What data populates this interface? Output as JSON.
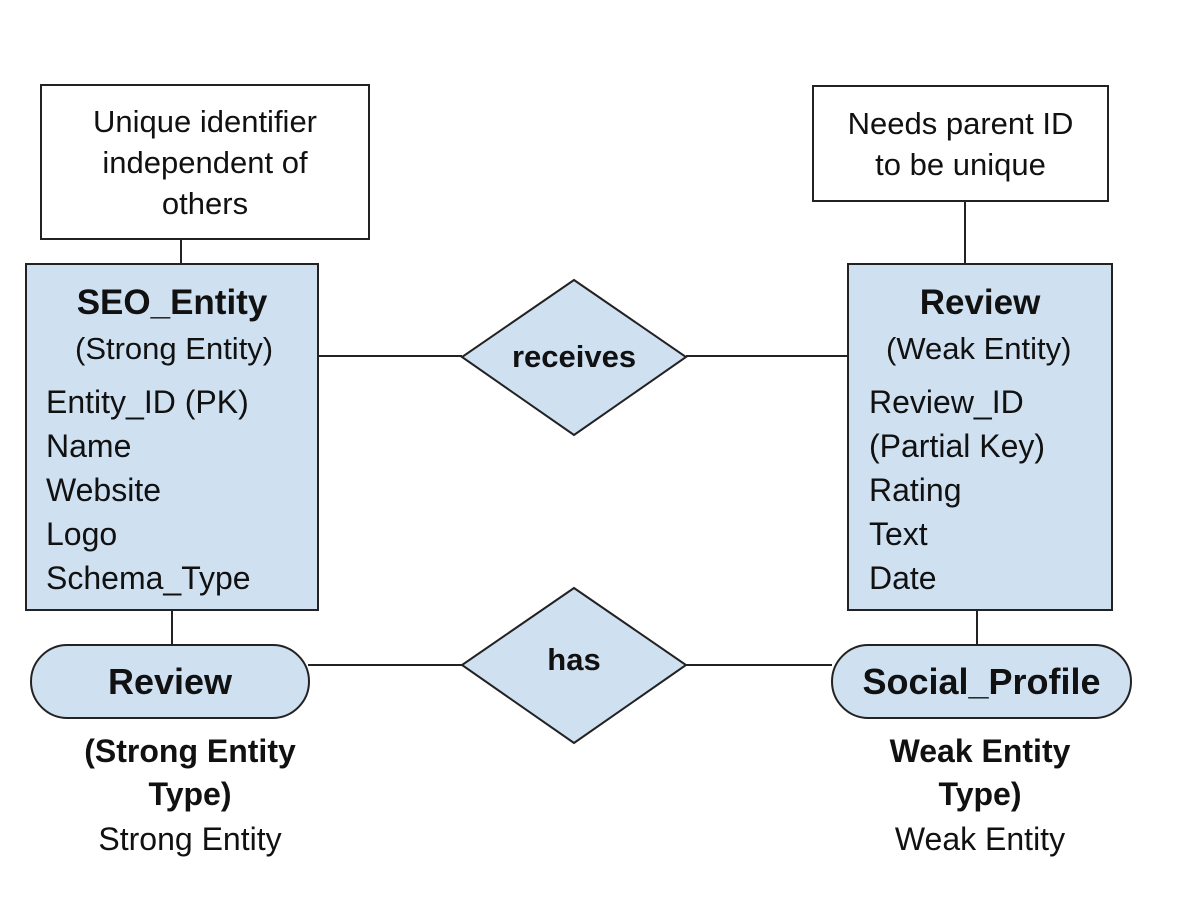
{
  "notes": {
    "left": [
      "Unique identifier",
      "independent of",
      "others"
    ],
    "right": [
      "Needs parent ID",
      "to be unique"
    ]
  },
  "entities": {
    "seo_entity": {
      "title": "SEO_Entity",
      "subtitle": "(Strong Entity)",
      "attributes": [
        "Entity_ID (PK)",
        "Name",
        "Website",
        "Logo",
        "Schema_Type"
      ]
    },
    "review": {
      "title": "Review",
      "subtitle": "(Weak Entity)",
      "attributes": [
        "Review_ID",
        "(Partial Key)",
        "Rating",
        "Text",
        "Date"
      ]
    }
  },
  "relationships": {
    "top": "receives",
    "bottom": "has"
  },
  "pills": {
    "left": "Review",
    "right": "Social_Profile"
  },
  "captions": {
    "left": {
      "bold": [
        "(Strong Entity",
        "Type)"
      ],
      "normal": "Strong Entity"
    },
    "right": {
      "bold": [
        "Weak Entity",
        "Type)"
      ],
      "normal": "Weak Entity"
    }
  },
  "colors": {
    "entity_fill": "#cfe0f1",
    "stroke": "#222222",
    "background": "#ffffff"
  }
}
